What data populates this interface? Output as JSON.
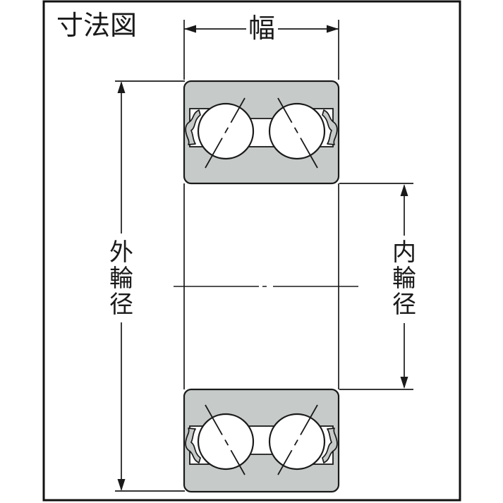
{
  "title": "寸法図",
  "labels": {
    "width": "幅",
    "outer_ring_diameter": "外輪径",
    "inner_ring_diameter": "内輪径"
  },
  "colors": {
    "ring_fill": "#c6cac9",
    "line": "#1a1a1a",
    "background": "#ffffff"
  },
  "diagram": {
    "type": "dimension-drawing",
    "subject": "double-row-ball-bearing-cross-section"
  }
}
